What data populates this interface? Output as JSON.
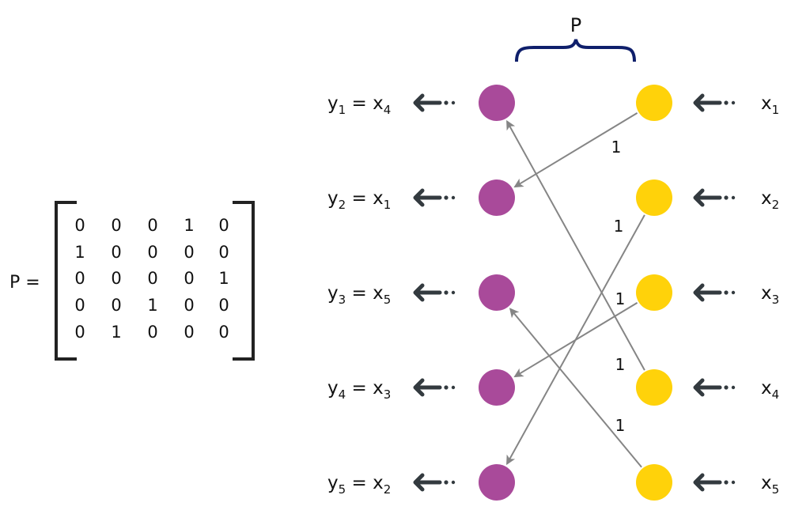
{
  "matrix": {
    "label": "P =",
    "rows": [
      [
        "0",
        "0",
        "0",
        "1",
        "0"
      ],
      [
        "1",
        "0",
        "0",
        "0",
        "0"
      ],
      [
        "0",
        "0",
        "0",
        "0",
        "1"
      ],
      [
        "0",
        "0",
        "1",
        "0",
        "0"
      ],
      [
        "0",
        "1",
        "0",
        "0",
        "0"
      ]
    ]
  },
  "brace": {
    "label": "P",
    "color": "#0f1f6b"
  },
  "outputs": [
    {
      "y": "y",
      "ysub": "1",
      "x": "x",
      "xsub": "4"
    },
    {
      "y": "y",
      "ysub": "2",
      "x": "x",
      "xsub": "1"
    },
    {
      "y": "y",
      "ysub": "3",
      "x": "x",
      "xsub": "5"
    },
    {
      "y": "y",
      "ysub": "4",
      "x": "x",
      "xsub": "3"
    },
    {
      "y": "y",
      "ysub": "5",
      "x": "x",
      "xsub": "2"
    }
  ],
  "inputs": [
    {
      "x": "x",
      "sub": "1"
    },
    {
      "x": "x",
      "sub": "2"
    },
    {
      "x": "x",
      "sub": "3"
    },
    {
      "x": "x",
      "sub": "4"
    },
    {
      "x": "x",
      "sub": "5"
    }
  ],
  "edges": [
    {
      "from_input": 1,
      "to_output": 2,
      "weight": "1"
    },
    {
      "from_input": 2,
      "to_output": 5,
      "weight": "1"
    },
    {
      "from_input": 3,
      "to_output": 4,
      "weight": "1"
    },
    {
      "from_input": 4,
      "to_output": 1,
      "weight": "1"
    },
    {
      "from_input": 5,
      "to_output": 3,
      "weight": "1"
    }
  ],
  "colors": {
    "output_node": "#a94a9a",
    "input_node": "#ffd20a",
    "edge": "#858585",
    "arrow": "#333a3f"
  }
}
